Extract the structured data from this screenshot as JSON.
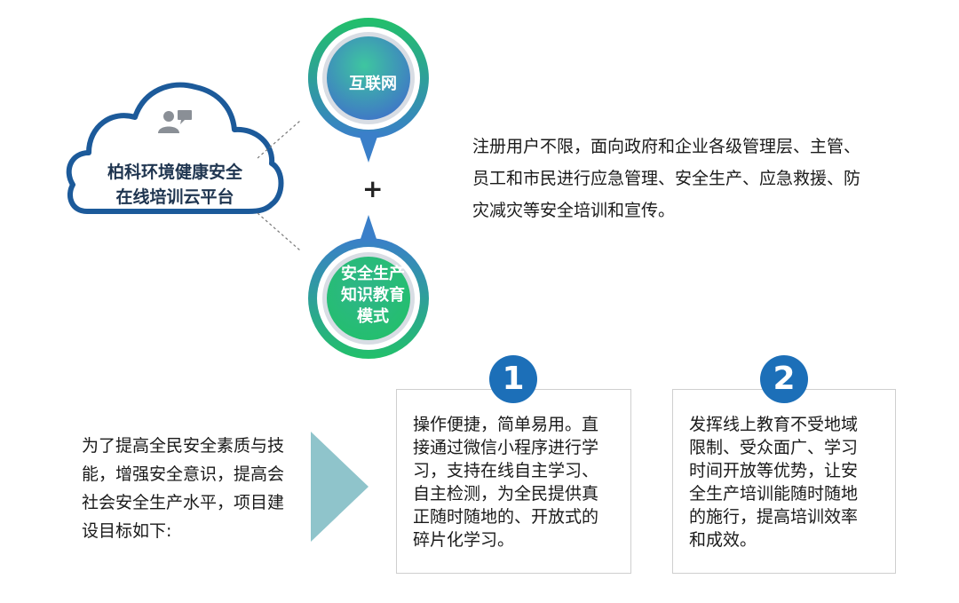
{
  "cloud": {
    "title_line1": "柏科环境健康安全",
    "title_line2": "在线培训云平台",
    "icon": "user-chat-icon"
  },
  "circles": {
    "top_label": "互联网",
    "plus": "+",
    "bottom_line1": "安全生产",
    "bottom_line2": "知识教育",
    "bottom_line3": "模式"
  },
  "description": [
    "注册用户不限，面向政府和企业各级管理层、主管、",
    "员工和市民进行应急管理、安全生产、应急救援、防",
    "灾减灾等安全培训和宣传。"
  ],
  "intro": [
    "为了提高全民安全素质与技",
    "能，增强安全意识，提高会",
    "社会安全生产水平，项目建",
    "设目标如下:"
  ],
  "goals": [
    {
      "number": "1",
      "lines": [
        "操作便捷，简单易用。直",
        "接通过微信小程序进行学",
        "习，支持在线自主学习、",
        "自主检测，为全民提供真",
        "正随时随地的、开放式的",
        "碎片化学习。"
      ]
    },
    {
      "number": "2",
      "lines": [
        "发挥线上教育不受地域",
        "限制、受众面广、学习",
        "时间开放等优势，让安",
        "全生产培训能随时随地",
        "的施行，提高培训效率",
        "和成效。"
      ]
    }
  ],
  "colors": {
    "cloud_stroke": "#1c5a9a",
    "badge": "#1c6fb8",
    "green": "#22c06a",
    "blue": "#3a78c9",
    "arrow": "#8fc4cb"
  }
}
